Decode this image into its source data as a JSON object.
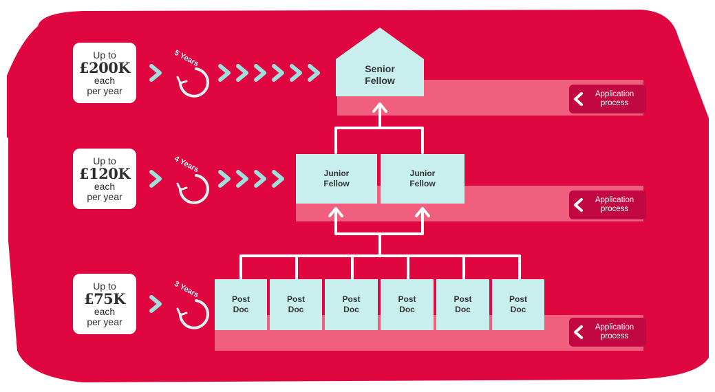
{
  "colors": {
    "background_band": "#e0063f",
    "base_strip": "#f0607e",
    "box_fill": "#c8efed",
    "button_fill": "#c10843",
    "connector": "#ffffff",
    "chevron": "#9fe0df"
  },
  "tiers": [
    {
      "funding": {
        "line1": "Up to",
        "amount": "£200K",
        "line3": "each\nper year"
      },
      "duration_label": "5 Years",
      "application_button": "Application\nprocess"
    },
    {
      "funding": {
        "line1": "Up to",
        "amount": "£120K",
        "line3": "each\nper year"
      },
      "duration_label": "4 Years",
      "application_button": "Application\nprocess"
    },
    {
      "funding": {
        "line1": "Up to",
        "amount": "£75K",
        "line3": "each\nper year"
      },
      "duration_label": "3 Years",
      "application_button": "Application\nprocess"
    }
  ],
  "roles": {
    "senior": "Senior\nFellow",
    "junior": [
      "Junior\nFellow",
      "Junior\nFellow"
    ],
    "postdoc": [
      "Post\nDoc",
      "Post\nDoc",
      "Post\nDoc",
      "Post\nDoc",
      "Post\nDoc",
      "Post\nDoc"
    ]
  },
  "icons": {
    "cycle": "circular-arrow-icon",
    "progression": "chevron-right-icon",
    "application": "chevron-left-icon",
    "promotion": "arrow-up-icon"
  }
}
